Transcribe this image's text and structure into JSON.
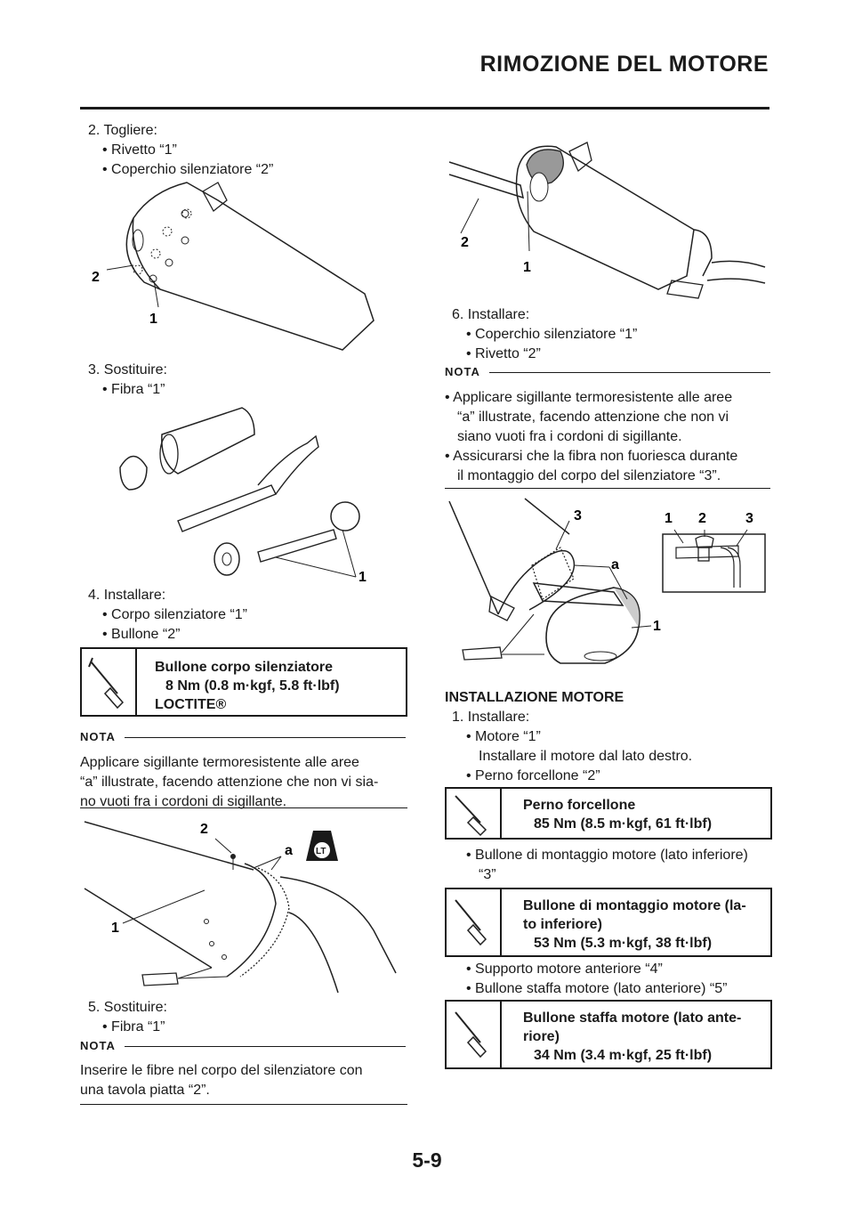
{
  "header": {
    "title": "RIMOZIONE DEL MOTORE"
  },
  "left": {
    "step2": {
      "title": "2.  Togliere:",
      "items": [
        "• Rivetto “1”",
        "• Coperchio silenziatore “2”"
      ]
    },
    "fig1": {
      "labels": [
        "2",
        "1"
      ]
    },
    "step3": {
      "title": "3.  Sostituire:",
      "items": [
        "• Fibra “1”"
      ]
    },
    "fig2": {
      "labels": [
        "1"
      ]
    },
    "step4": {
      "title": "4.  Installare:",
      "items": [
        "• Corpo silenziatore “1”",
        "• Bullone “2”"
      ]
    },
    "spec1": {
      "name": "Bullone corpo silenziatore",
      "value": "8 Nm (0.8 m·kgf, 5.8 ft·lbf)",
      "extra": "LOCTITE®"
    },
    "nota1": {
      "label": "NOTA",
      "lines": [
        "Applicare sigillante termoresistente alle aree",
        "“a” illustrate, facendo attenzione che non vi sia-",
        "no vuoti fra i cordoni di sigillante."
      ]
    },
    "fig3": {
      "labels": [
        "2",
        "a",
        "1"
      ],
      "badge": "LT"
    },
    "step5": {
      "title": "5.  Sostituire:",
      "items": [
        "• Fibra “1”"
      ]
    },
    "nota2": {
      "label": "NOTA",
      "lines": [
        "Inserire le fibre nel corpo del silenziatore con",
        "una tavola piatta “2”."
      ]
    }
  },
  "right": {
    "fig4": {
      "labels": [
        "2",
        "1"
      ]
    },
    "step6": {
      "title": "6.  Installare:",
      "items": [
        "• Coperchio silenziatore “1”",
        "• Rivetto “2”"
      ]
    },
    "nota3": {
      "label": "NOTA",
      "lines": [
        "• Applicare sigillante termoresistente alle aree",
        "“a” illustrate, facendo attenzione che non vi",
        "siano vuoti fra i cordoni di sigillante.",
        "• Assicurarsi che la fibra non fuoriesca durante",
        "il montaggio del corpo del silenziatore “3”."
      ]
    },
    "fig5": {
      "labels": [
        "3",
        "a",
        "1",
        "1",
        "2",
        "3"
      ]
    },
    "section": {
      "title": "INSTALLAZIONE MOTORE"
    },
    "step1": {
      "title": "1.  Installare:",
      "items": [
        "• Motore “1”",
        "Installare il motore dal lato destro.",
        "• Perno forcellone “2”"
      ]
    },
    "spec2": {
      "name": "Perno forcellone",
      "value": "85 Nm (8.5 m·kgf, 61 ft·lbf)"
    },
    "item3": {
      "lines": [
        "• Bullone di montaggio motore (lato inferiore)",
        "“3”"
      ]
    },
    "spec3": {
      "name1": "Bullone di montaggio motore (la-",
      "name2": "to inferiore)",
      "value": "53 Nm (5.3 m·kgf, 38 ft·lbf)"
    },
    "items45": [
      "• Supporto motore anteriore “4”",
      "• Bullone staffa motore (lato anteriore) “5”"
    ],
    "spec4": {
      "name1": "Bullone staffa motore (lato ante-",
      "name2": "riore)",
      "value": "34 Nm (3.4 m·kgf, 25 ft·lbf)"
    }
  },
  "footer": {
    "page": "5-9"
  }
}
